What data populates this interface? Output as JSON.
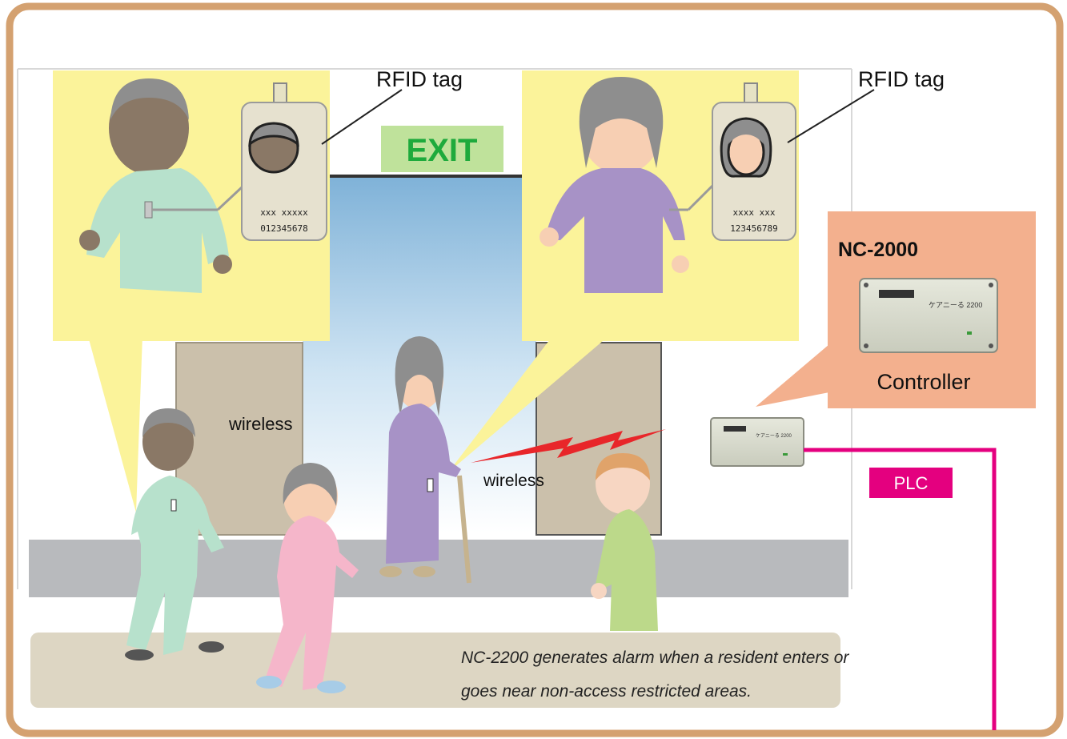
{
  "diagram": {
    "exit_sign": "EXIT",
    "rfid_label_left": "RFID tag",
    "rfid_label_right": "RFID tag",
    "tag_left": {
      "line1": "xxx xxxxx",
      "line2": "012345678"
    },
    "tag_right": {
      "line1": "xxxx xxx",
      "line2": "123456789"
    },
    "controller_model": "NC-2000",
    "controller_caption": "Controller",
    "device_panel_text": "ケアニーる 2200",
    "wireless_label_1": "wireless",
    "wireless_label_2": "wireless",
    "plc_label": "PLC",
    "description": {
      "line1": "NC-2200 generates alarm when a resident enters or",
      "line2": "goes near non-access restricted areas."
    }
  },
  "colors": {
    "frame": "#d4a170",
    "callout_yellow": "#fbf39a",
    "controller_box": "#f3b08e",
    "exit_bg": "#bfe29b",
    "exit_text": "#1eaa3c",
    "floor": "#b8babd",
    "door": "#cbc0ab",
    "plc_line": "#e4007f",
    "lightning": "#e8262a"
  }
}
